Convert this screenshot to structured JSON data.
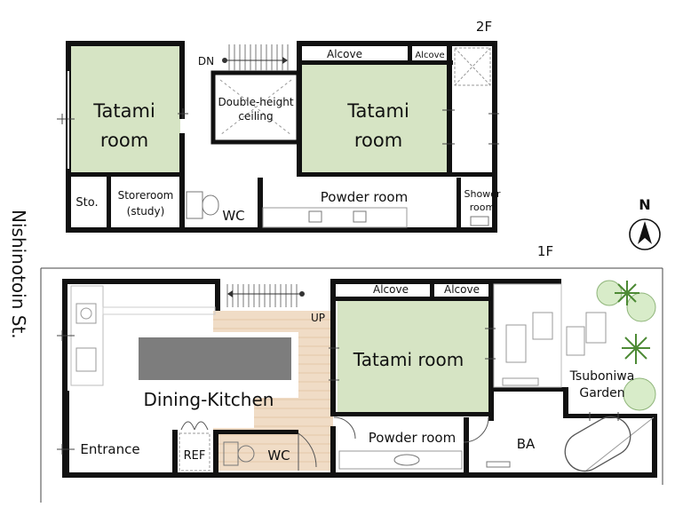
{
  "floor2": {
    "title": "2F",
    "rooms": {
      "tatami_left": [
        "Tatami",
        "room"
      ],
      "tatami_center": [
        "Tatami",
        "room"
      ],
      "double_height": [
        "Double-height",
        "ceiling"
      ],
      "alcove_1": "Alcove",
      "alcove_2": "Alcove",
      "storage": "Sto.",
      "storeroom": [
        "Storeroom",
        "(study)"
      ],
      "wc": "WC",
      "powder": "Powder room",
      "shower": [
        "Shower",
        "room"
      ]
    },
    "stair_label": "DN"
  },
  "floor1": {
    "title": "1F",
    "rooms": {
      "dining_kitchen": "Dining-Kitchen",
      "tatami": "Tatami room",
      "alcove_1": "Alcove",
      "alcove_2": "Alcove",
      "entrance": "Entrance",
      "ref": "REF",
      "wc": "WC",
      "powder": "Powder room",
      "bath": "BA",
      "garden": [
        "Tsuboniwa",
        "Garden"
      ]
    },
    "stair_label": "UP"
  },
  "street": "Nishinotoin St.",
  "compass": "N",
  "colors": {
    "tatami": "#d6e4c4",
    "wood_floor": "#f0dcc6",
    "wall": "#111111",
    "counter": "#7d7d7d",
    "plant_light": "#d8ecc9",
    "plant_dark": "#4d8a35"
  }
}
